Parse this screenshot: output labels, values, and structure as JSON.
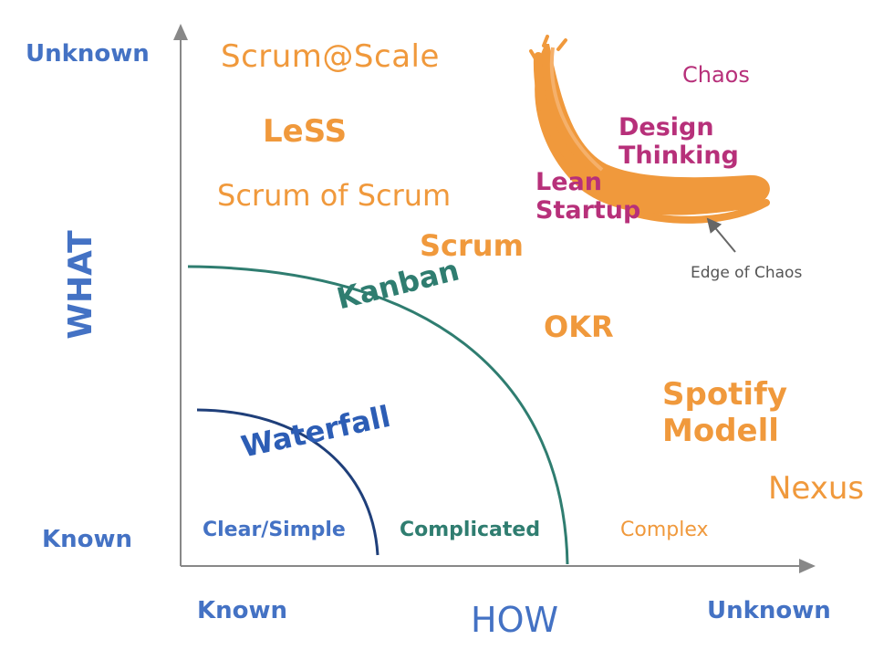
{
  "axes": {
    "y_label": "WHAT",
    "x_label": "HOW",
    "y_top": "Unknown",
    "y_bottom": "Known",
    "x_left": "Known",
    "x_right": "Unknown"
  },
  "domains": {
    "clear": "Clear/Simple",
    "complicated": "Complicated",
    "complex": "Complex",
    "chaos": "Chaos",
    "edge_of_chaos": "Edge of Chaos"
  },
  "frameworks": {
    "scrum_at_scale": "Scrum@Scale",
    "less": "LeSS",
    "scrum_of_scrum": "Scrum of Scrum",
    "scrum": "Scrum",
    "okr": "OKR",
    "spotify": "Spotify\nModell",
    "nexus": "Nexus",
    "kanban": "Kanban",
    "waterfall": "Waterfall",
    "design_thinking": "Design\nThinking",
    "lean_startup": "Lean\nStartup"
  },
  "colors": {
    "axis_text": "#4472c4",
    "framework_orange": "#f0993c",
    "chaos_magenta": "#b7307a",
    "kanban_teal": "#2f7d70",
    "waterfall_navy": "#1f3f7a",
    "axis_line": "#888888"
  }
}
